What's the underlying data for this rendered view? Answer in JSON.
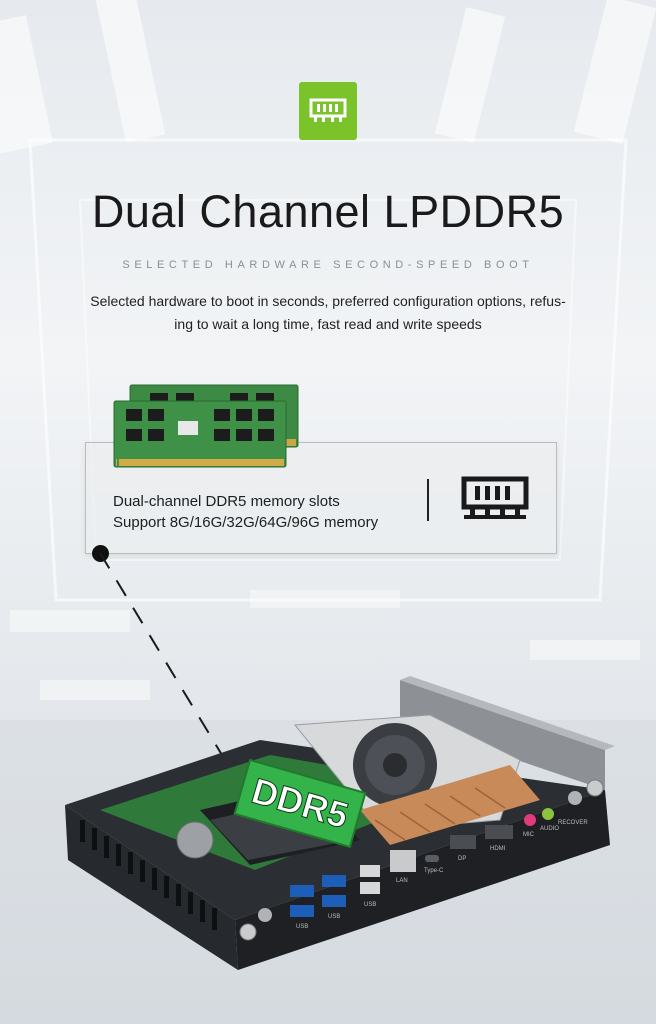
{
  "header": {
    "icon": "memory-module-icon",
    "title": "Dual Channel LPDDR5",
    "subtitle": "SELECTED HARDWARE SECOND-SPEED BOOT",
    "description_line1": "Selected hardware to boot in seconds, preferred configuration options, refus-",
    "description_line2": "ing to wait a long time, fast read and write speeds"
  },
  "feature": {
    "line1": "Dual-channel DDR5 memory slots",
    "line2": "Support 8G/16G/32G/64G/96G memory",
    "icon": "memory-module-icon"
  },
  "device": {
    "ram_label": "DDR5",
    "port_labels": [
      "USB",
      "USB",
      "USB",
      "LAN",
      "Type-C",
      "DP",
      "HDMI",
      "MIC",
      "AUDIO",
      "RECOVER"
    ]
  },
  "colors": {
    "accent_green": "#7bc32a",
    "pcb_green": "#2f7a3a",
    "text_dark": "#1a1a1a",
    "subtitle_gray": "#8a8f96"
  }
}
